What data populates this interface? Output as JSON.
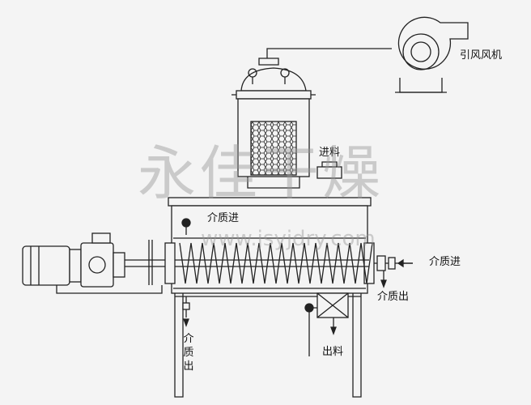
{
  "labels": {
    "fan": "引风风机",
    "feed_inlet": "进料",
    "medium_in_top": "介质进",
    "medium_in_right": "介质进",
    "medium_out_right": "介质出",
    "medium_out_bottom": "介质出",
    "discharge": "出料"
  },
  "watermark": {
    "brand": "永佳干燥",
    "site": "www.jsyjdry.com"
  }
}
